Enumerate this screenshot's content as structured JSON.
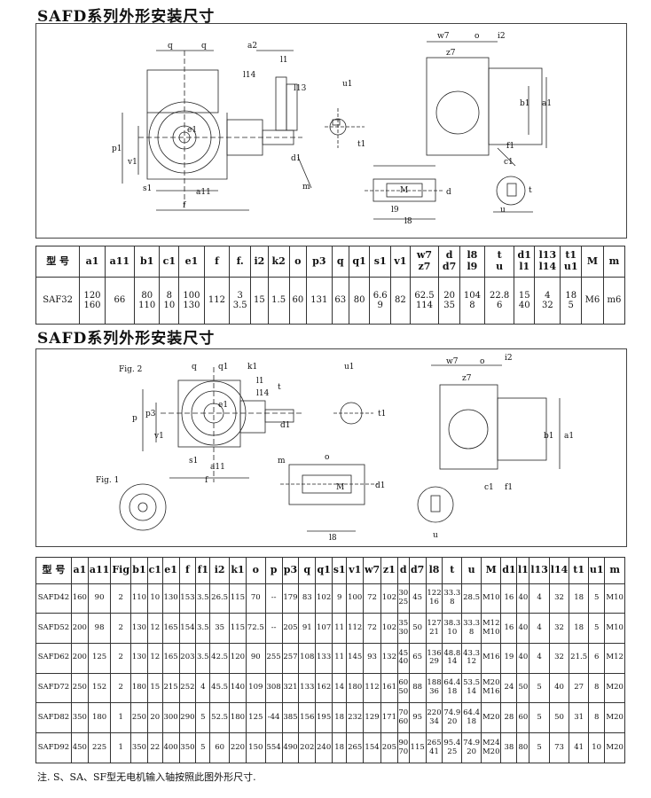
{
  "section1": {
    "title": "SAFD系列外形安装尺寸",
    "table": {
      "model_header": "型 号",
      "headers": [
        [
          "a1"
        ],
        [
          "a11"
        ],
        [
          "b1"
        ],
        [
          "c1"
        ],
        [
          "e1"
        ],
        [
          "f"
        ],
        [
          "f."
        ],
        [
          "i2"
        ],
        [
          "k2"
        ],
        [
          "o"
        ],
        [
          "p3"
        ],
        [
          "q"
        ],
        [
          "q1"
        ],
        [
          "s1"
        ],
        [
          "v1"
        ],
        [
          "w7",
          "z7"
        ],
        [
          "d",
          "d7"
        ],
        [
          "l8",
          "l9"
        ],
        [
          "t",
          "u"
        ],
        [
          "d1",
          "l1"
        ],
        [
          "l13",
          "l14"
        ],
        [
          "t1",
          "u1"
        ],
        [
          "M"
        ],
        [
          "m"
        ]
      ],
      "rows": [
        {
          "model": "SAF32",
          "cells": [
            [
              "120",
              "160"
            ],
            [
              "66"
            ],
            [
              "80",
              "110"
            ],
            [
              "8",
              "10"
            ],
            [
              "100",
              "130"
            ],
            [
              "112"
            ],
            [
              "3",
              "3.5"
            ],
            [
              "15"
            ],
            [
              "1.5"
            ],
            [
              "60"
            ],
            [
              "131"
            ],
            [
              "63"
            ],
            [
              "80"
            ],
            [
              "6.6",
              "9"
            ],
            [
              "82"
            ],
            [
              "62.5",
              "114"
            ],
            [
              "20",
              "35"
            ],
            [
              "104",
              "8"
            ],
            [
              "22.8",
              "6"
            ],
            [
              "15",
              "40"
            ],
            [
              "4",
              "32"
            ],
            [
              "18",
              "5"
            ],
            [
              "M6"
            ],
            [
              "m6"
            ]
          ]
        }
      ]
    },
    "labels": {
      "q": "q",
      "a2": "a2",
      "l1": "l1",
      "l13": "l13",
      "l14": "l14",
      "p1": "p1",
      "v1": "v1",
      "e1": "e1",
      "s1": "s1",
      "a11": "a11",
      "f": "f",
      "d1": "d1",
      "m": "m",
      "u1": "u1",
      "t1": "t1",
      "w7": "w7",
      "o": "o",
      "i2": "i2",
      "z7": "z7",
      "b1": "b1",
      "a1": "a1",
      "f1": "f1",
      "c1": "c1",
      "M": "M",
      "d": "d",
      "l9": "l9",
      "l8": "l8",
      "t": "t",
      "u": "u"
    }
  },
  "section2": {
    "title": "SAFD系列外形安装尺寸",
    "fig2": "Fig. 2",
    "fig1": "Fig. 1",
    "table": {
      "model_header": "型 号",
      "headers": [
        "a1",
        "a11",
        "Fig",
        "b1",
        "c1",
        "e1",
        "f",
        "f1",
        "i2",
        "k1",
        "o",
        "p",
        "p3",
        "q",
        "q1",
        "s1",
        "v1",
        "w7",
        "z1",
        "d",
        "d7",
        "l8",
        "t",
        "u",
        "M",
        "d1",
        "l1",
        "l13",
        "l14",
        "t1",
        "u1",
        "m"
      ],
      "rows": [
        {
          "model": "SAFD42",
          "cells": [
            [
              "160"
            ],
            [
              "90"
            ],
            [
              "2"
            ],
            [
              "110"
            ],
            [
              "10"
            ],
            [
              "130"
            ],
            [
              "153"
            ],
            [
              "3.5"
            ],
            [
              "26.5"
            ],
            [
              "115"
            ],
            [
              "70"
            ],
            [
              "--"
            ],
            [
              "179"
            ],
            [
              "83"
            ],
            [
              "102"
            ],
            [
              "9"
            ],
            [
              "100"
            ],
            [
              "72"
            ],
            [
              "102"
            ],
            [
              "30",
              "25"
            ],
            [
              "45"
            ],
            [
              "122",
              "16"
            ],
            [
              "33.3",
              "8"
            ],
            [
              "28.5"
            ],
            [
              "M10"
            ],
            [
              "16"
            ],
            [
              "40"
            ],
            [
              "4"
            ],
            [
              "32"
            ],
            [
              "18"
            ],
            [
              "5"
            ],
            [
              "M10"
            ]
          ]
        },
        {
          "model": "SAFD52",
          "cells": [
            [
              "200"
            ],
            [
              "98"
            ],
            [
              "2"
            ],
            [
              "130"
            ],
            [
              "12"
            ],
            [
              "165"
            ],
            [
              "154"
            ],
            [
              "3.5"
            ],
            [
              "35"
            ],
            [
              "115"
            ],
            [
              "72.5"
            ],
            [
              "--"
            ],
            [
              "205"
            ],
            [
              "91"
            ],
            [
              "107"
            ],
            [
              "11"
            ],
            [
              "112"
            ],
            [
              "72"
            ],
            [
              "102"
            ],
            [
              "35",
              "30"
            ],
            [
              "50"
            ],
            [
              "127",
              "21"
            ],
            [
              "38.3",
              "10"
            ],
            [
              "33.3",
              "8"
            ],
            [
              "M12",
              "M10"
            ],
            [
              "16"
            ],
            [
              "40"
            ],
            [
              "4"
            ],
            [
              "32"
            ],
            [
              "18"
            ],
            [
              "5"
            ],
            [
              "M10"
            ]
          ]
        },
        {
          "model": "SAFD62",
          "cells": [
            [
              "200"
            ],
            [
              "125"
            ],
            [
              "2"
            ],
            [
              "130"
            ],
            [
              "12"
            ],
            [
              "165"
            ],
            [
              "203"
            ],
            [
              "3.5"
            ],
            [
              "42.5"
            ],
            [
              "120"
            ],
            [
              "90"
            ],
            [
              "255"
            ],
            [
              "257"
            ],
            [
              "108"
            ],
            [
              "133"
            ],
            [
              "11"
            ],
            [
              "145"
            ],
            [
              "93"
            ],
            [
              "132"
            ],
            [
              "45",
              "40"
            ],
            [
              "65"
            ],
            [
              "136",
              "29"
            ],
            [
              "48.8",
              "14"
            ],
            [
              "43.3",
              "12"
            ],
            [
              "M16"
            ],
            [
              "19"
            ],
            [
              "40"
            ],
            [
              "4"
            ],
            [
              "32"
            ],
            [
              "21.5"
            ],
            [
              "6"
            ],
            [
              "M12"
            ]
          ]
        },
        {
          "model": "SAFD72",
          "cells": [
            [
              "250"
            ],
            [
              "152"
            ],
            [
              "2"
            ],
            [
              "180"
            ],
            [
              "15"
            ],
            [
              "215"
            ],
            [
              "252"
            ],
            [
              "4"
            ],
            [
              "45.5"
            ],
            [
              "140"
            ],
            [
              "109"
            ],
            [
              "308"
            ],
            [
              "321"
            ],
            [
              "133"
            ],
            [
              "162"
            ],
            [
              "14"
            ],
            [
              "180"
            ],
            [
              "112"
            ],
            [
              "161"
            ],
            [
              "60",
              "50"
            ],
            [
              "88"
            ],
            [
              "188",
              "36"
            ],
            [
              "64.4",
              "18"
            ],
            [
              "53.5",
              "14"
            ],
            [
              "M20",
              "M16"
            ],
            [
              "24"
            ],
            [
              "50"
            ],
            [
              "5"
            ],
            [
              "40"
            ],
            [
              "27"
            ],
            [
              "8"
            ],
            [
              "M20"
            ]
          ]
        },
        {
          "model": "SAFD82",
          "cells": [
            [
              "350"
            ],
            [
              "180"
            ],
            [
              "1"
            ],
            [
              "250"
            ],
            [
              "20"
            ],
            [
              "300"
            ],
            [
              "290"
            ],
            [
              "5"
            ],
            [
              "52.5"
            ],
            [
              "180"
            ],
            [
              "125"
            ],
            [
              "-44"
            ],
            [
              "385"
            ],
            [
              "156"
            ],
            [
              "195"
            ],
            [
              "18"
            ],
            [
              "232"
            ],
            [
              "129"
            ],
            [
              "171"
            ],
            [
              "70",
              "60"
            ],
            [
              "95"
            ],
            [
              "220",
              "34"
            ],
            [
              "74.9",
              "20"
            ],
            [
              "64.4",
              "18"
            ],
            [
              "M20"
            ],
            [
              "28"
            ],
            [
              "60"
            ],
            [
              "5"
            ],
            [
              "50"
            ],
            [
              "31"
            ],
            [
              "8"
            ],
            [
              "M20"
            ]
          ]
        },
        {
          "model": "SAFD92",
          "cells": [
            [
              "450"
            ],
            [
              "225"
            ],
            [
              "1"
            ],
            [
              "350"
            ],
            [
              "22"
            ],
            [
              "400"
            ],
            [
              "350"
            ],
            [
              "5"
            ],
            [
              "60"
            ],
            [
              "220"
            ],
            [
              "150"
            ],
            [
              "554"
            ],
            [
              "490"
            ],
            [
              "202"
            ],
            [
              "240"
            ],
            [
              "18"
            ],
            [
              "265"
            ],
            [
              "154"
            ],
            [
              "205"
            ],
            [
              "90",
              "70"
            ],
            [
              "115"
            ],
            [
              "265",
              "41"
            ],
            [
              "95.4",
              "25"
            ],
            [
              "74.9",
              "20"
            ],
            [
              "M24",
              "M20"
            ],
            [
              "38"
            ],
            [
              "80"
            ],
            [
              "5"
            ],
            [
              "73"
            ],
            [
              "41"
            ],
            [
              "10"
            ],
            [
              "M20"
            ]
          ]
        }
      ]
    },
    "labels": {
      "q": "q",
      "q1": "q1",
      "k1": "k1",
      "l1": "l1",
      "l14": "l14",
      "t": "t",
      "p": "p",
      "p3": "p3",
      "v1": "v1",
      "e1": "e1",
      "d1": "d1",
      "s1": "s1",
      "a11": "a11",
      "f": "f",
      "m": "m",
      "u1": "u1",
      "t1": "t1",
      "o": "o",
      "d1b": "d1",
      "M": "M",
      "l8": "l8",
      "w7": "w7",
      "i2": "i2",
      "z7": "z7",
      "b1": "b1",
      "a1": "a1",
      "c1": "c1",
      "f1": "f1",
      "u": "u"
    }
  },
  "note": "注. S、SA、SF型无电机输入轴按照此图外形尺寸."
}
